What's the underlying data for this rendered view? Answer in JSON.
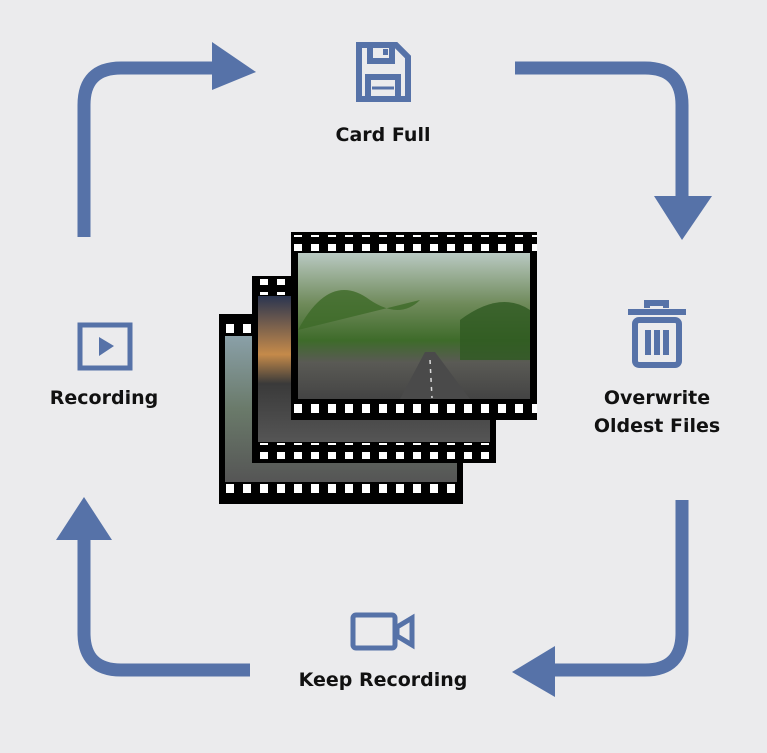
{
  "steps": {
    "card_full": {
      "label": "Card Full",
      "icon": "floppy-disk-icon"
    },
    "overwrite": {
      "label_line1": "Overwrite",
      "label_line2": "Oldest Files",
      "icon": "trash-icon"
    },
    "keep_recording": {
      "label": "Keep Recording",
      "icon": "video-camera-icon"
    },
    "recording": {
      "label": "Recording",
      "icon": "play-icon"
    }
  },
  "colors": {
    "accent": "#5672a8",
    "background": "#ebebed",
    "text": "#111111"
  }
}
